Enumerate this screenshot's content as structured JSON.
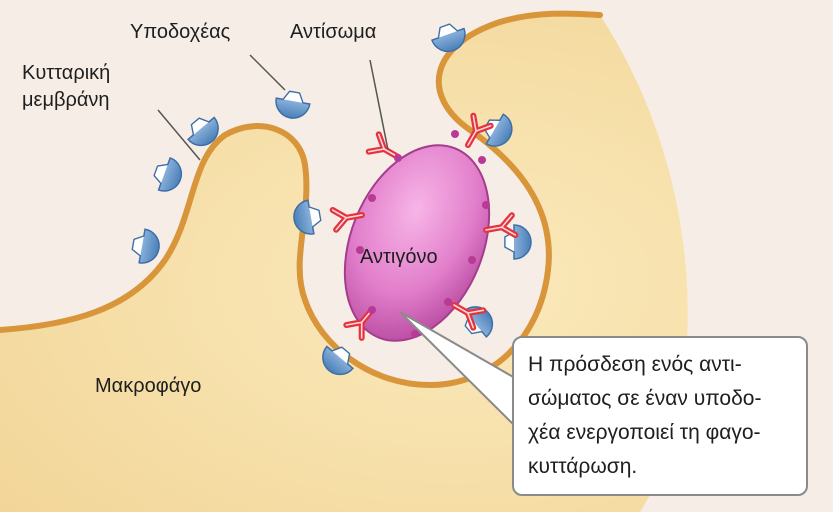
{
  "labels": {
    "receptor": "Υποδοχέας",
    "antibody": "Αντίσωμα",
    "cell_membrane_line1": "Κυτταρική",
    "cell_membrane_line2": "μεμβράνη",
    "antigen": "Αντιγόνο",
    "macrophage": "Μακροφάγο"
  },
  "callout": {
    "lines": [
      "Η πρόσδεση ενός αντι-",
      "σώματος σε έναν υποδο-",
      "χέα ενεργοποιεί τη φαγο-",
      "κυττάρωση."
    ]
  },
  "colors": {
    "background": "#f6eee6",
    "cytoplasm": "#f5dfa6",
    "membrane": "#d9953a",
    "receptor": "#6f9fd0",
    "antibody": "#e2333f",
    "antigen": "#e27fcb",
    "callout_border": "#8a8a8a"
  },
  "icons": {
    "receptor": "receptor-icon",
    "antibody": "antibody-icon"
  }
}
